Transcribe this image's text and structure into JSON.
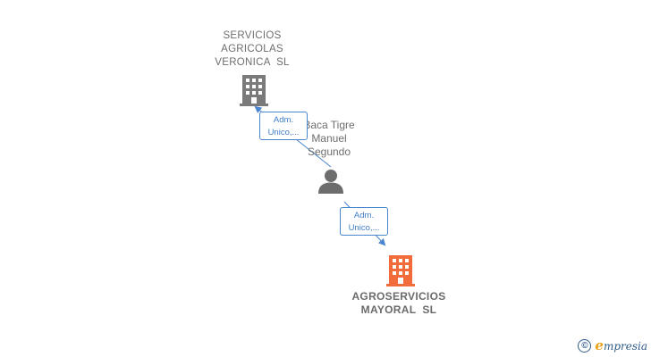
{
  "colors": {
    "company_gray": "#7a7a7a",
    "company_target": "#f26b3a",
    "person_gray": "#6d6d6d",
    "relation_blue": "#4a86d0"
  },
  "nodes": {
    "company_1": {
      "icon": "building-icon",
      "lines": [
        "SERVICIOS",
        "AGRICOLAS",
        "VERONICA  SL"
      ]
    },
    "person": {
      "icon": "person-icon",
      "lines": [
        "Baca Tigre",
        "Manuel",
        "Segundo"
      ]
    },
    "target": {
      "icon": "building-icon",
      "lines": [
        "AGROSERVICIOS",
        "MAYORAL  SL"
      ]
    }
  },
  "relations": {
    "rel_1": {
      "lines": [
        "Adm.",
        "Unico,..."
      ]
    },
    "rel_2": {
      "lines": [
        "Adm.",
        "Unico,..."
      ]
    }
  },
  "brand": {
    "copyright": "©",
    "initial": "e",
    "name": "mpresia"
  }
}
